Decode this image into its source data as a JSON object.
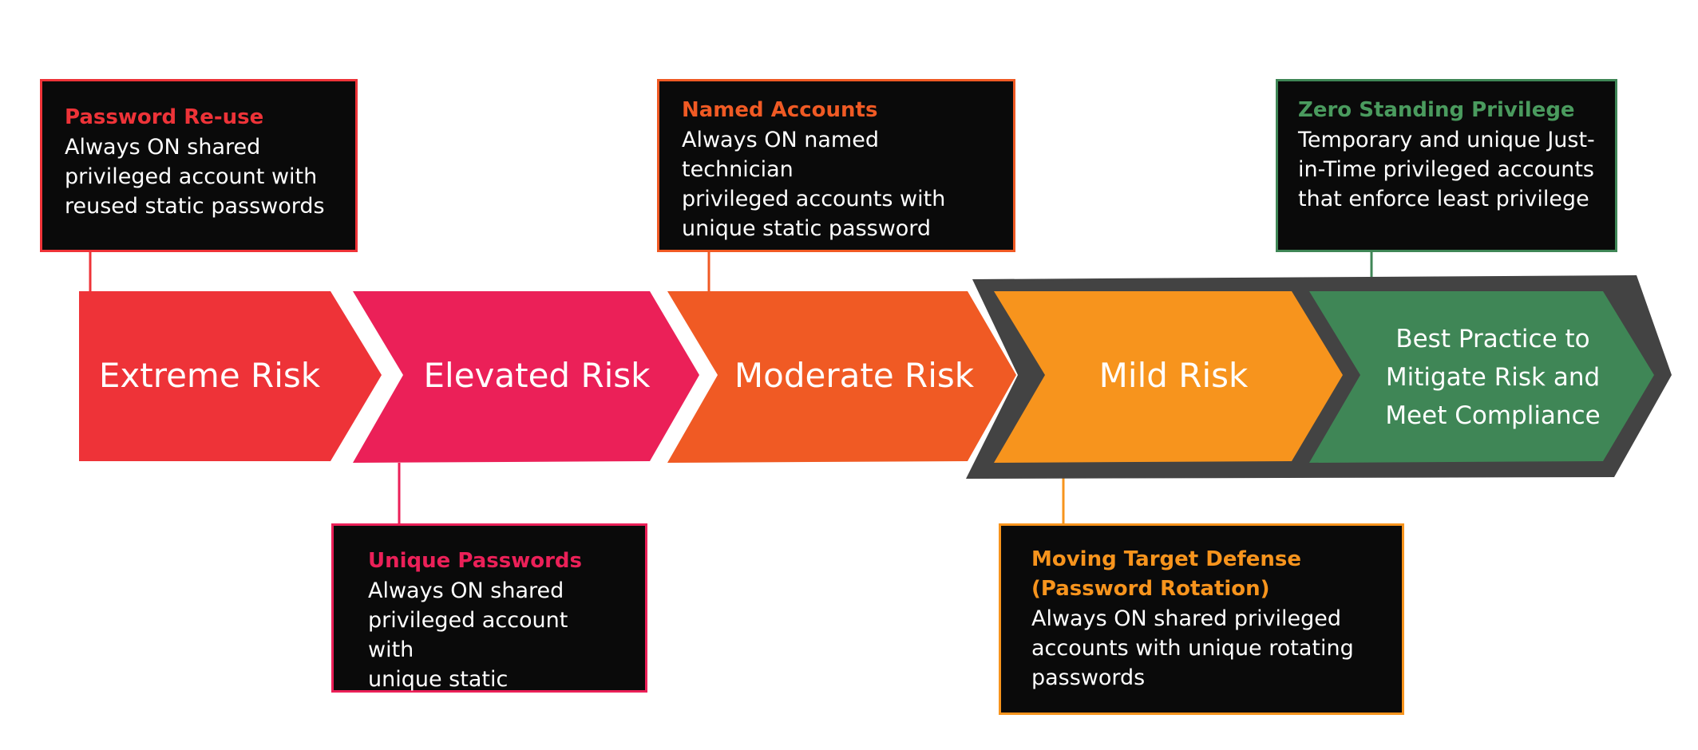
{
  "colors": {
    "extreme": "#ee3338",
    "elevated": "#eb2058",
    "moderate": "#f05a24",
    "mild": "#f7941d",
    "best": "#3f8656",
    "frame": "#434343",
    "box_background": "#0a0a0a",
    "best_title": "#4a9b5e",
    "best_border": "#3f8656"
  },
  "stages": [
    {
      "id": "extreme",
      "label": "Extreme Risk"
    },
    {
      "id": "elevated",
      "label": "Elevated Risk"
    },
    {
      "id": "moderate",
      "label": "Moderate Risk"
    },
    {
      "id": "mild",
      "label": "Mild Risk"
    },
    {
      "id": "best",
      "label": "Best Practice to\nMitigate Risk and\nMeet Compliance"
    }
  ],
  "callouts": [
    {
      "id": "password-reuse",
      "title": "Password Re-use",
      "text": "Always ON shared\nprivileged account with\nreused static passwords"
    },
    {
      "id": "unique-passwords",
      "title": "Unique Passwords",
      "text": "Always ON shared\nprivileged account with\nunique static passwords"
    },
    {
      "id": "named-accounts",
      "title": "Named Accounts",
      "text": "Always ON named technician\nprivileged accounts with\nunique static password"
    },
    {
      "id": "moving-target",
      "title": "Moving Target Defense\n(Password Rotation)",
      "text": "Always ON shared privileged\naccounts with unique rotating\npasswords"
    },
    {
      "id": "zero-standing",
      "title": "Zero Standing Privilege",
      "text": "Temporary and unique Just-\nin-Time privileged accounts\nthat enforce least privilege"
    }
  ]
}
